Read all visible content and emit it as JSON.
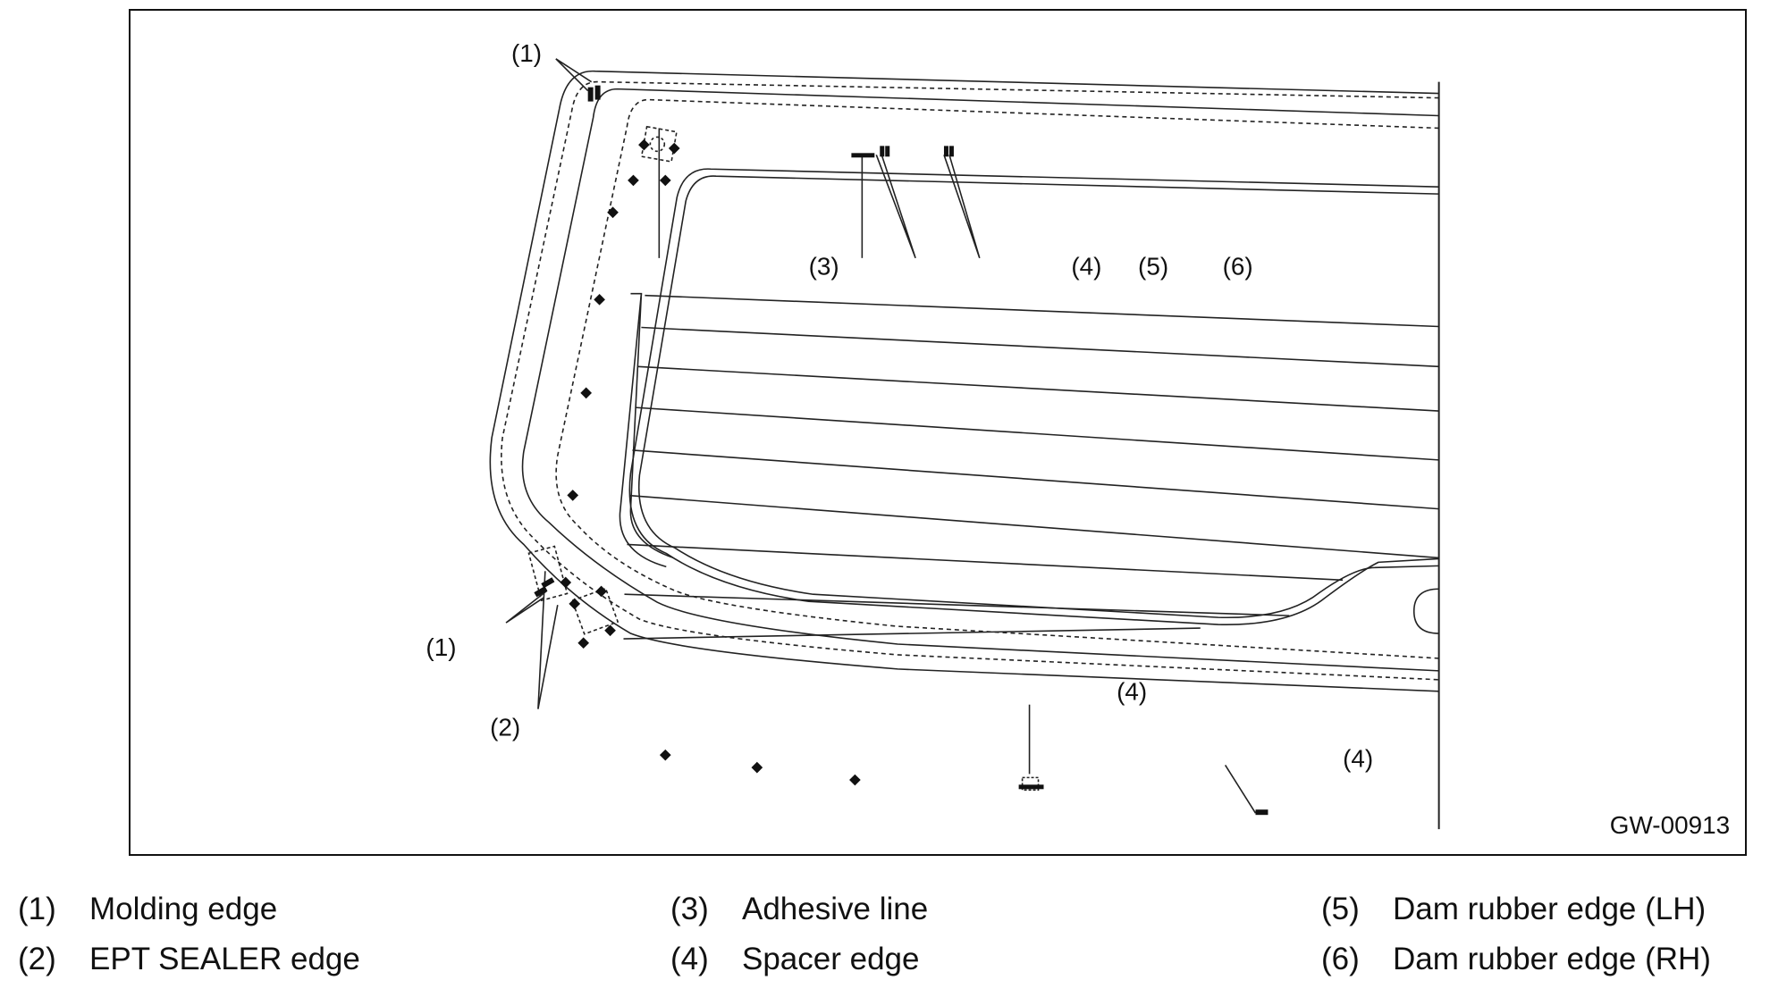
{
  "figure_code": "GW-00913",
  "callouts": {
    "c1_top": "(1)",
    "c1_left": "(1)",
    "c2": "(2)",
    "c3": "(3)",
    "c4_top": "(4)",
    "c4_bottom": "(4)",
    "c4_right": "(4)",
    "c5": "(5)",
    "c6": "(6)"
  },
  "legend": [
    {
      "num": "(1)",
      "text": "Molding edge"
    },
    {
      "num": "(2)",
      "text": "EPT SEALER edge"
    },
    {
      "num": "(3)",
      "text": "Adhesive line"
    },
    {
      "num": "(4)",
      "text": "Spacer edge"
    },
    {
      "num": "(5)",
      "text": "Dam rubber edge (LH)"
    },
    {
      "num": "(6)",
      "text": "Dam rubber edge (RH)"
    }
  ]
}
